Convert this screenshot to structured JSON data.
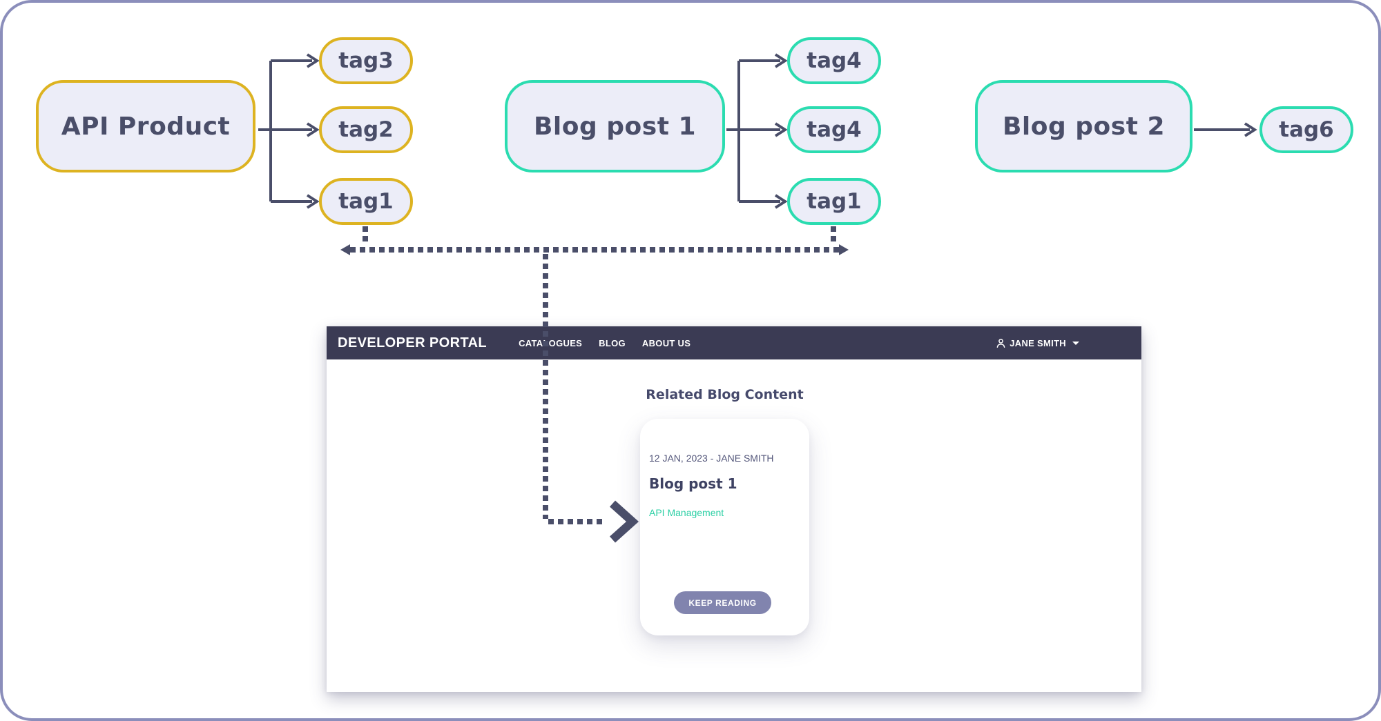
{
  "colors": {
    "frame_border": "#8b8ebb",
    "gold_border": "#ddb321",
    "mint_border": "#2bdcb0",
    "node_fill": "#ecedf8",
    "line_slate": "#4a4e69",
    "navbar_bg": "#3b3b54",
    "button_bg": "#8184ae",
    "tag_link_teal": "#2bcfa4"
  },
  "diagram": {
    "nodes": {
      "api_product": {
        "label": "API Product"
      },
      "blog_post_1": {
        "label": "Blog post 1"
      },
      "blog_post_2": {
        "label": "Blog post 2"
      }
    },
    "api_tags": [
      "tag3",
      "tag2",
      "tag1"
    ],
    "blog1_tags": [
      "tag4",
      "tag4",
      "tag1"
    ],
    "blog2_tags": [
      "tag6"
    ]
  },
  "portal": {
    "brand": "DEVELOPER PORTAL",
    "nav_items": [
      "CATALOGUES",
      "BLOG",
      "ABOUT US"
    ],
    "user": {
      "name": "JANE SMITH"
    },
    "section_title": "Related Blog Content",
    "card": {
      "meta": "12 JAN, 2023 - JANE SMITH",
      "title": "Blog post 1",
      "tag": "API Management",
      "cta": "KEEP READING"
    }
  }
}
